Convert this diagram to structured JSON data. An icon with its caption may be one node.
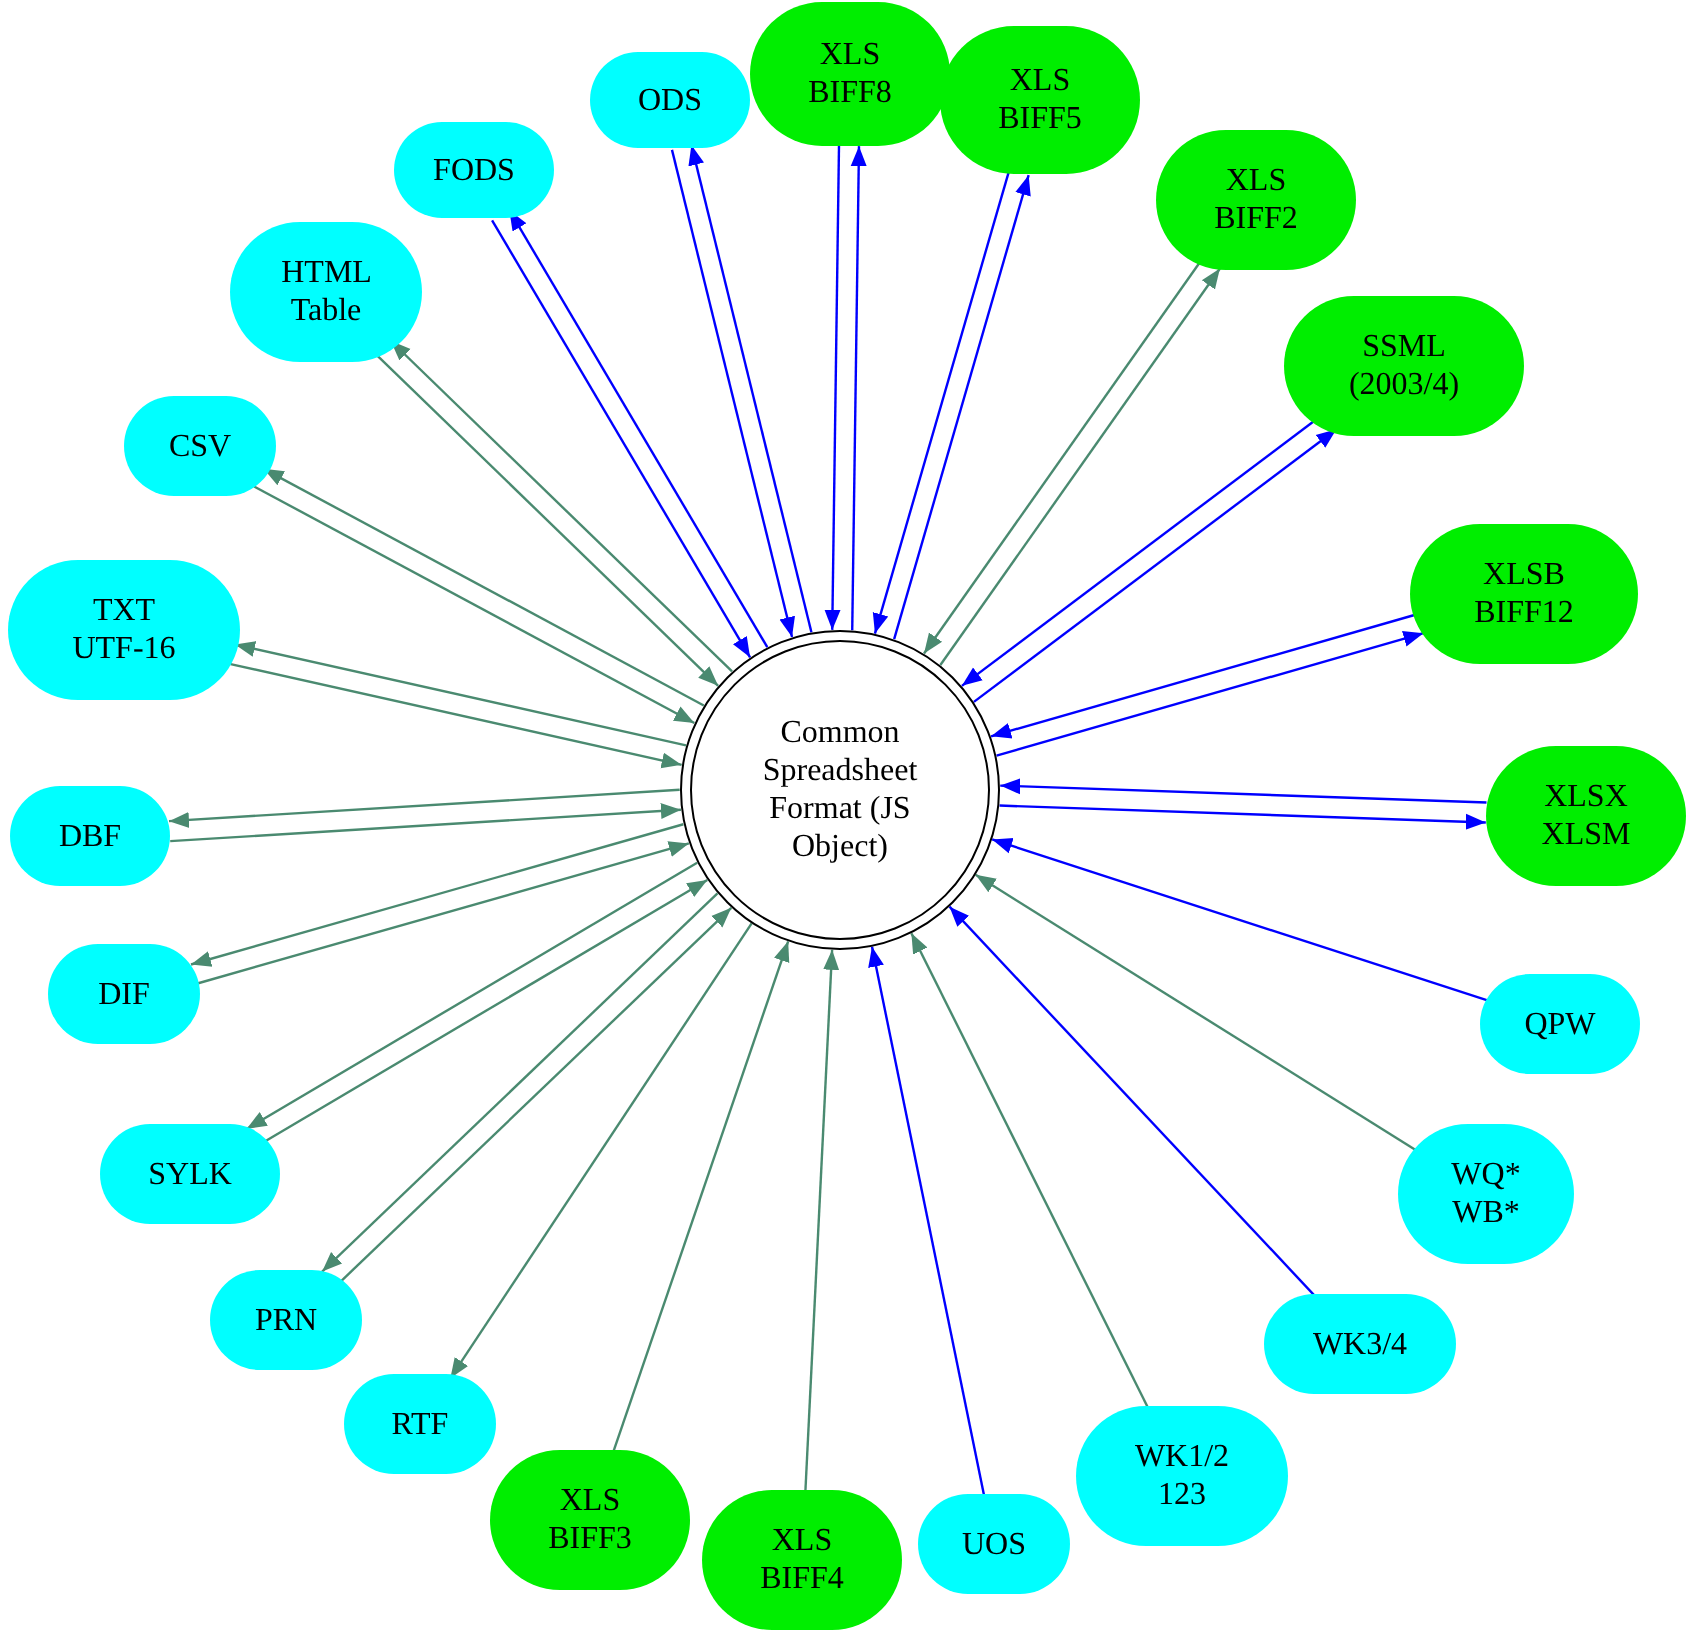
{
  "diagram": {
    "nodes": [
      {
        "text": [
          "Common Spreadsheet Format (JS Object)"
        ]
      },
      {
        "text": [
          "ODS"
        ]
      },
      {
        "text": [
          "XLS BIFF8"
        ]
      },
      {
        "text": [
          "XLS BIFF5"
        ]
      },
      {
        "text": [
          "XLS BIFF2"
        ]
      },
      {
        "text": [
          "SSML (2003/4)"
        ]
      },
      {
        "text": [
          "XLSB BIFF12"
        ]
      },
      {
        "text": [
          "XLSX XLSM"
        ]
      },
      {
        "text": [
          "QPW"
        ]
      },
      {
        "text": [
          "WQ* WB*"
        ]
      },
      {
        "text": [
          "WK3/4"
        ]
      },
      {
        "text": [
          "WK1/2 123"
        ]
      },
      {
        "text": [
          "UOS"
        ]
      },
      {
        "text": [
          "XLS BIFF4"
        ]
      },
      {
        "text": [
          "XLS BIFF3"
        ]
      },
      {
        "text": [
          "RTF"
        ]
      },
      {
        "text": [
          "PRN"
        ]
      },
      {
        "text": [
          "SYLK"
        ]
      },
      {
        "text": [
          "DIF"
        ]
      },
      {
        "text": [
          "DBF"
        ]
      },
      {
        "text": [
          "TXT UTF-16"
        ]
      },
      {
        "text": [
          "CSV"
        ]
      },
      {
        "text": [
          "HTML Table"
        ]
      },
      {
        "text": [
          "FODS"
        ]
      }
    ],
    "edges": [
      {
        "from": 1,
        "to": 0,
        "arrow": "to",
        "color": "#0000ff"
      },
      {
        "from": 0,
        "to": 1,
        "arrow": "to",
        "color": "#0000ff"
      },
      {
        "from": 2,
        "to": 0,
        "arrow": "to",
        "color": "#0000ff"
      },
      {
        "from": 0,
        "to": 2,
        "arrow": "to",
        "color": "#0000ff"
      },
      {
        "from": 3,
        "to": 0,
        "arrow": "to",
        "color": "#0000ff"
      },
      {
        "from": 0,
        "to": 3,
        "arrow": "to",
        "color": "#0000ff"
      },
      {
        "from": 4,
        "to": 0,
        "arrow": "to"
      },
      {
        "from": 0,
        "to": 4,
        "arrow": "to"
      },
      {
        "from": 5,
        "to": 0,
        "arrow": "to",
        "color": "#0000ff"
      },
      {
        "from": 0,
        "to": 5,
        "arrow": "to",
        "color": "#0000ff"
      },
      {
        "from": 6,
        "to": 0,
        "arrow": "to",
        "color": "#0000ff"
      },
      {
        "from": 0,
        "to": 6,
        "arrow": "to",
        "color": "#0000ff"
      },
      {
        "from": 7,
        "to": 0,
        "arrow": "to",
        "color": "#0000ff"
      },
      {
        "from": 0,
        "to": 7,
        "arrow": "to",
        "color": "#0000ff"
      },
      {
        "from": 8,
        "to": 0,
        "arrow": "to",
        "color": "#0000ff"
      },
      {
        "from": 9,
        "to": 0,
        "arrow": "to"
      },
      {
        "from": 10,
        "to": 0,
        "arrow": "to",
        "color": "#0000ff"
      },
      {
        "from": 11,
        "to": 0,
        "arrow": "to"
      },
      {
        "from": 12,
        "to": 0,
        "arrow": "to",
        "color": "#0000ff"
      },
      {
        "from": 13,
        "to": 0,
        "arrow": "to"
      },
      {
        "from": 14,
        "to": 0,
        "arrow": "to"
      },
      {
        "from": 0,
        "to": 15,
        "arrow": "to"
      },
      {
        "from": 16,
        "to": 0,
        "arrow": "to"
      },
      {
        "from": 0,
        "to": 16,
        "arrow": "to"
      },
      {
        "from": 17,
        "to": 0,
        "arrow": "to"
      },
      {
        "from": 0,
        "to": 17,
        "arrow": "to"
      },
      {
        "from": 18,
        "to": 0,
        "arrow": "to"
      },
      {
        "from": 0,
        "to": 18,
        "arrow": "to"
      },
      {
        "from": 19,
        "to": 0,
        "arrow": "to"
      },
      {
        "from": 0,
        "to": 19,
        "arrow": "to"
      },
      {
        "from": 20,
        "to": 0,
        "arrow": "to"
      },
      {
        "from": 0,
        "to": 20,
        "arrow": "to"
      },
      {
        "from": 21,
        "to": 0,
        "arrow": "to"
      },
      {
        "from": 0,
        "to": 21,
        "arrow": "to"
      },
      {
        "from": 22,
        "to": 0,
        "arrow": "to"
      },
      {
        "from": 0,
        "to": 22,
        "arrow": "to"
      },
      {
        "from": 23,
        "to": 0,
        "arrow": "to",
        "color": "#0000ff"
      },
      {
        "from": 0,
        "to": 23,
        "arrow": "to",
        "color": "#0000ff"
      }
    ]
  }
}
